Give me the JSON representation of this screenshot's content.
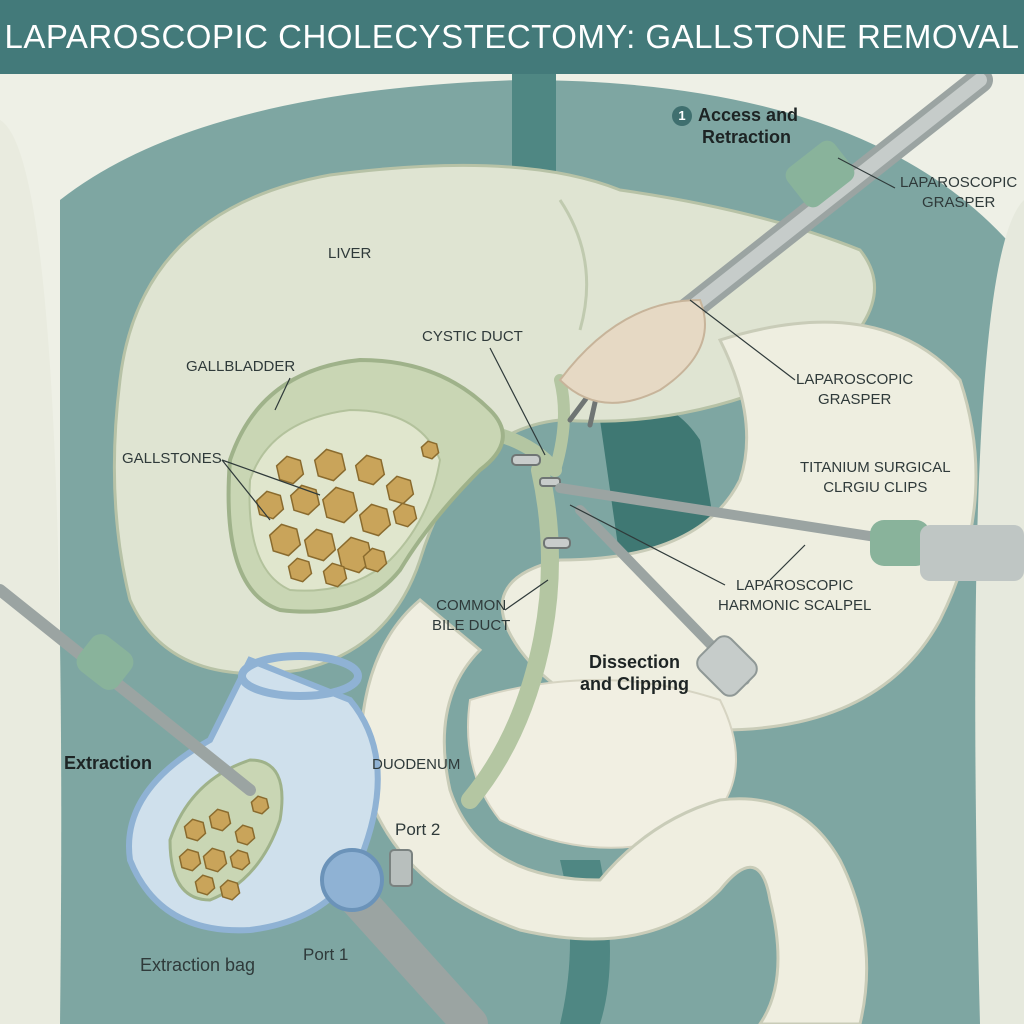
{
  "title": "LAPAROSCOPIC CHOLECYSTECTOMY: GALLSTONE REMOVAL",
  "steps": {
    "access": {
      "number": "1",
      "line1": "Access and",
      "line2": "Retraction"
    },
    "dissection": {
      "line1": "Dissection",
      "line2": "and Clipping"
    },
    "extraction": "Extraction"
  },
  "labels": {
    "liver": "LIVER",
    "gallbladder": "GALLBLADDER",
    "gallstones": "GALLSTONES",
    "cystic_duct": "CYSTIC DUCT",
    "common_bile_duct_1": "COMMON",
    "common_bile_duct_2": "BILE DUCT",
    "duodenum": "DUODENUM",
    "grasper_top_1": "LAPAROSCOPIC",
    "grasper_top_2": "GRASPER",
    "grasper_mid_1": "LAPAROSCOPIC",
    "grasper_mid_2": "GRASPER",
    "clips_1": "TITANIUM SURGICAL",
    "clips_2": "CLRGIU CLIPS",
    "scalpel_1": "LAPAROSCOPIC",
    "scalpel_2": "HARMONIC SCALPEL",
    "port1": "Port 1",
    "port2": "Port 2",
    "extraction_bag": "Extraction bag"
  },
  "colors": {
    "title_bar": "#437a7a",
    "organ_fill": "#dfe4d2",
    "gallbladder": "#c9d6b4",
    "stone": "#c9a45a",
    "teal": "#5c8e8a",
    "instrument": "#aab2b0",
    "bag": "#8fb2d4"
  }
}
